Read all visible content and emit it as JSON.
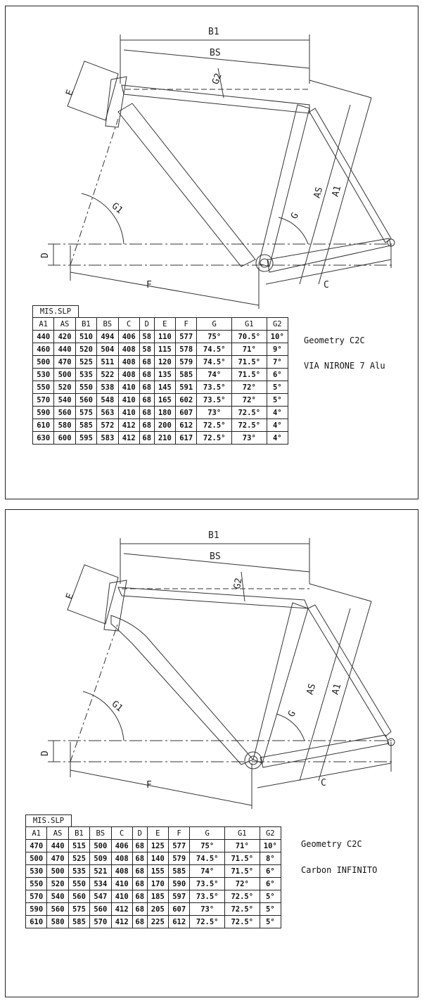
{
  "labels": {
    "b1": "B1",
    "bs": "BS",
    "g2": "G2",
    "e": "E",
    "g1": "G1",
    "d": "D",
    "f": "F",
    "g": "G",
    "as": "AS",
    "a1": "A1",
    "c": "C"
  },
  "panels": [
    {
      "table_title": "MIS.SLP",
      "geometry_label": "Geometry C2C",
      "model_name": "VIA NIRONE 7 Alu",
      "headers": [
        "A1",
        "AS",
        "B1",
        "BS",
        "C",
        "D",
        "E",
        "F",
        "G",
        "G1",
        "G2"
      ],
      "rows": [
        [
          "440",
          "420",
          "510",
          "494",
          "406",
          "58",
          "110",
          "577",
          "75°",
          "70.5°",
          "10°"
        ],
        [
          "460",
          "440",
          "520",
          "504",
          "408",
          "58",
          "115",
          "578",
          "74.5°",
          "71°",
          "9°"
        ],
        [
          "500",
          "470",
          "525",
          "511",
          "408",
          "68",
          "120",
          "579",
          "74.5°",
          "71.5°",
          "7°"
        ],
        [
          "530",
          "500",
          "535",
          "522",
          "408",
          "68",
          "135",
          "585",
          "74°",
          "71.5°",
          "6°"
        ],
        [
          "550",
          "520",
          "550",
          "538",
          "410",
          "68",
          "145",
          "591",
          "73.5°",
          "72°",
          "5°"
        ],
        [
          "570",
          "540",
          "560",
          "548",
          "410",
          "68",
          "165",
          "602",
          "73.5°",
          "72°",
          "5°"
        ],
        [
          "590",
          "560",
          "575",
          "563",
          "410",
          "68",
          "180",
          "607",
          "73°",
          "72.5°",
          "4°"
        ],
        [
          "610",
          "580",
          "585",
          "572",
          "412",
          "68",
          "200",
          "612",
          "72.5°",
          "72.5°",
          "4°"
        ],
        [
          "630",
          "600",
          "595",
          "583",
          "412",
          "68",
          "210",
          "617",
          "72.5°",
          "73°",
          "4°"
        ]
      ]
    },
    {
      "table_title": "MIS.SLP",
      "geometry_label": "Geometry C2C",
      "model_name": "Carbon INFINITO",
      "headers": [
        "A1",
        "AS",
        "B1",
        "BS",
        "C",
        "D",
        "E",
        "F",
        "G",
        "G1",
        "G2"
      ],
      "rows": [
        [
          "470",
          "440",
          "515",
          "500",
          "406",
          "68",
          "125",
          "577",
          "75°",
          "71°",
          "10°"
        ],
        [
          "500",
          "470",
          "525",
          "509",
          "408",
          "68",
          "140",
          "579",
          "74.5°",
          "71.5°",
          "8°"
        ],
        [
          "530",
          "500",
          "535",
          "521",
          "408",
          "68",
          "155",
          "585",
          "74°",
          "71.5°",
          "6°"
        ],
        [
          "550",
          "520",
          "550",
          "534",
          "410",
          "68",
          "170",
          "590",
          "73.5°",
          "72°",
          "6°"
        ],
        [
          "570",
          "540",
          "560",
          "547",
          "410",
          "68",
          "185",
          "597",
          "73.5°",
          "72.5°",
          "5°"
        ],
        [
          "590",
          "560",
          "575",
          "560",
          "412",
          "68",
          "205",
          "607",
          "73°",
          "72.5°",
          "5°"
        ],
        [
          "610",
          "580",
          "585",
          "570",
          "412",
          "68",
          "225",
          "612",
          "72.5°",
          "72.5°",
          "5°"
        ]
      ]
    }
  ]
}
